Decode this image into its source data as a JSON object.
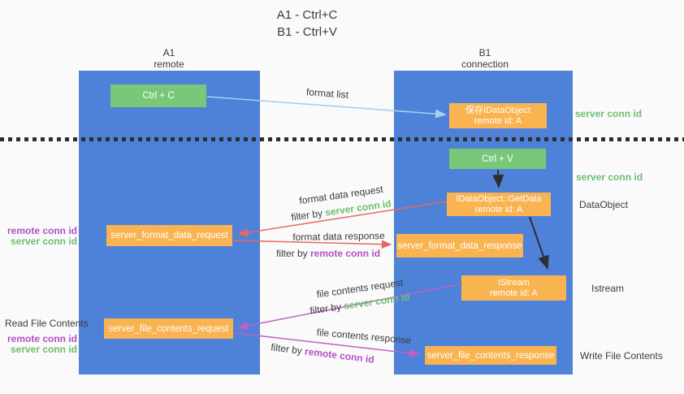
{
  "title": {
    "line1": "A1 - Ctrl+C",
    "line2": "B1 - Ctrl+V"
  },
  "lifelines": {
    "a1": {
      "name": "A1",
      "role": "remote"
    },
    "b1": {
      "name": "B1",
      "role": "connection"
    }
  },
  "nodes": {
    "ctrl_c_label": "Ctrl + C",
    "ctrl_v_label": "Ctrl + V",
    "save_obj_line1": "保存IDataObject",
    "save_obj_line2": "remote id: A",
    "getdata_line1": "IDataObject::GetData",
    "getdata_line2": "remote id: A",
    "istream_line1": "IStream",
    "istream_line2": "remote id: A",
    "format_request": "server_format_data_request",
    "format_response": "server_format_data_response",
    "file_request": "server_file_contents_request",
    "file_response": "server_file_contents_response"
  },
  "annotations": {
    "server_conn_id_top": "server conn id",
    "server_conn_id_mid": "server conn id",
    "dataobject": "DataObject",
    "istream": "Istream",
    "write_file": "Write File Contents",
    "read_file": "Read File Contents",
    "remote_conn_id": "remote conn id",
    "server_conn_id": "server conn id"
  },
  "arrow_labels": {
    "format_list": "format list",
    "format_data_request": "format data request",
    "format_data_response": "format data response",
    "file_contents_request": "file contents request",
    "file_contents_response": "file contents response",
    "filter_by": "filter by",
    "server_conn_id": "server conn id",
    "remote_conn_id": "remote conn id"
  },
  "colors": {
    "column_blue": "#4d82d8",
    "box_green": "#79c87a",
    "box_orange": "#f9b350",
    "arrow_red": "#e96762",
    "arrow_magenta": "#c25fc6",
    "arrow_lightblue": "#a9ceef",
    "arrow_black": "#2f2f2f",
    "text_green": "#6cbe6e",
    "text_purple": "#b44ec6",
    "text_dark": "#3c3c3c",
    "background": "#fafafa"
  }
}
